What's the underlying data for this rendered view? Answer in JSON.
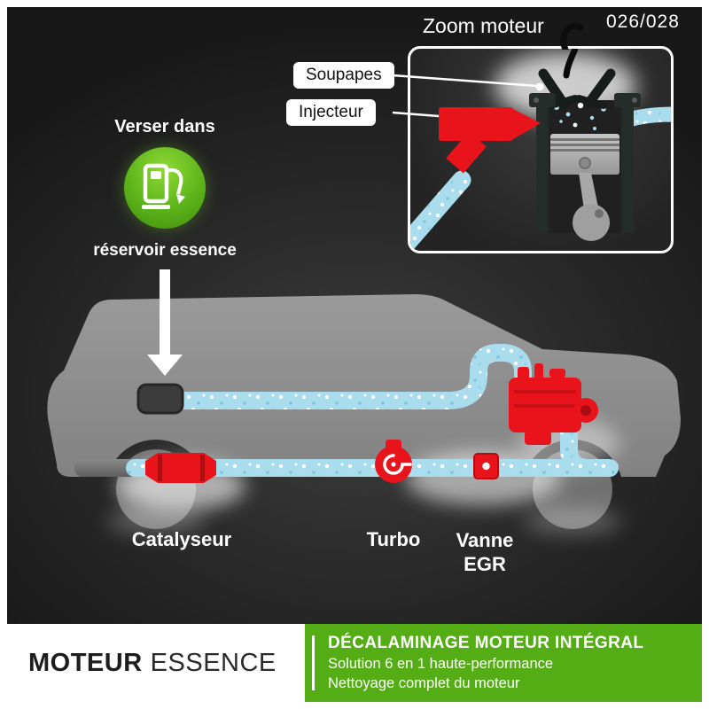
{
  "header": {
    "page_number": "026/028",
    "zoom_title": "Zoom moteur"
  },
  "inset": {
    "label_soupapes": "Soupapes",
    "label_injecteur": "Injecteur"
  },
  "pour_section": {
    "title": "Verser dans",
    "target": "réservoir essence",
    "icon": "fuel-pump-icon"
  },
  "component_labels": {
    "catalyseur": "Catalyseur",
    "turbo": "Turbo",
    "vanne_line1": "Vanne",
    "vanne_line2": "EGR"
  },
  "footer": {
    "brand_bold": "MOTEUR",
    "brand_light": "ESSENCE",
    "title": "DÉCALAMINAGE MOTEUR INTÉGRAL",
    "line1": "Solution 6 en 1 haute-performance",
    "line2": "Nettoyage complet du moteur"
  },
  "colors": {
    "accent_green": "#54ad15",
    "accent_red": "#e8131b",
    "tube_blue": "#a9dcec",
    "car_gray": "#8e8e8e",
    "background": "#222222"
  }
}
